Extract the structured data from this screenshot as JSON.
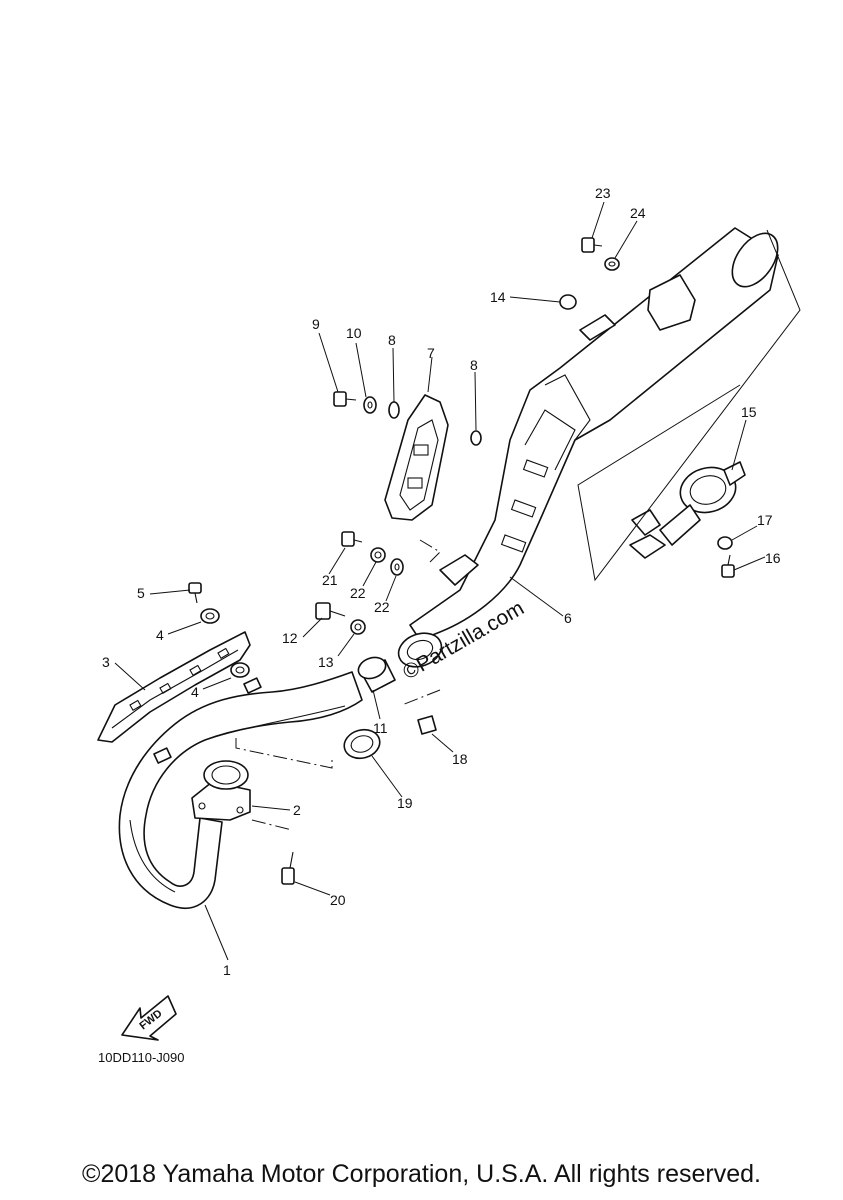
{
  "callouts": [
    {
      "id": "c1",
      "label": "1"
    },
    {
      "id": "c2",
      "label": "2"
    },
    {
      "id": "c3",
      "label": "3"
    },
    {
      "id": "c4a",
      "label": "4"
    },
    {
      "id": "c4b",
      "label": "4"
    },
    {
      "id": "c5",
      "label": "5"
    },
    {
      "id": "c6",
      "label": "6"
    },
    {
      "id": "c7",
      "label": "7"
    },
    {
      "id": "c8a",
      "label": "8"
    },
    {
      "id": "c8b",
      "label": "8"
    },
    {
      "id": "c9",
      "label": "9"
    },
    {
      "id": "c10",
      "label": "10"
    },
    {
      "id": "c11",
      "label": "11"
    },
    {
      "id": "c12",
      "label": "12"
    },
    {
      "id": "c13",
      "label": "13"
    },
    {
      "id": "c14",
      "label": "14"
    },
    {
      "id": "c15",
      "label": "15"
    },
    {
      "id": "c16",
      "label": "16"
    },
    {
      "id": "c17",
      "label": "17"
    },
    {
      "id": "c18",
      "label": "18"
    },
    {
      "id": "c19",
      "label": "19"
    },
    {
      "id": "c20",
      "label": "20"
    },
    {
      "id": "c21",
      "label": "21"
    },
    {
      "id": "c22a",
      "label": "22"
    },
    {
      "id": "c22b",
      "label": "22"
    },
    {
      "id": "c23",
      "label": "23"
    },
    {
      "id": "c24",
      "label": "24"
    }
  ],
  "fwd_label": "FWD",
  "diagram_code": "10DD110-J090",
  "watermark": "©Partzilla.com",
  "copyright": "©2018 Yamaha Motor Corporation, U.S.A. All rights reserved."
}
